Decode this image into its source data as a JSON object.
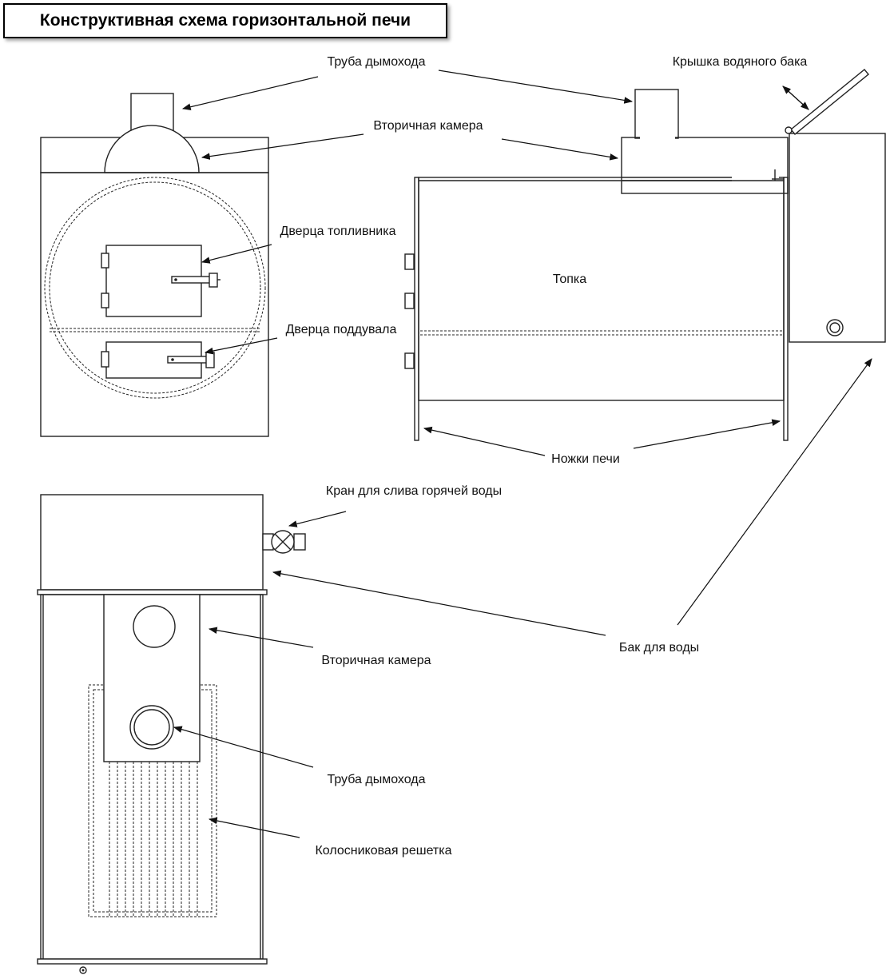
{
  "title": "Конструктивная схема горизонтальной печи",
  "labels": {
    "chimney_pipe_top": "Труба дымохода",
    "water_tank_lid": "Крышка водяного бака",
    "secondary_chamber_top": "Вторичная камера",
    "fuel_door": "Дверца топливника",
    "ash_door": "Дверца поддувала",
    "firebox": "Топка",
    "stove_legs": "Ножки печи",
    "drain_tap": "Кран для слива горячей воды",
    "water_tank": "Бак для воды",
    "secondary_chamber_bottom": "Вторичная камера",
    "chimney_pipe_bottom": "Труба дымохода",
    "grate": "Колосниковая решетка"
  }
}
